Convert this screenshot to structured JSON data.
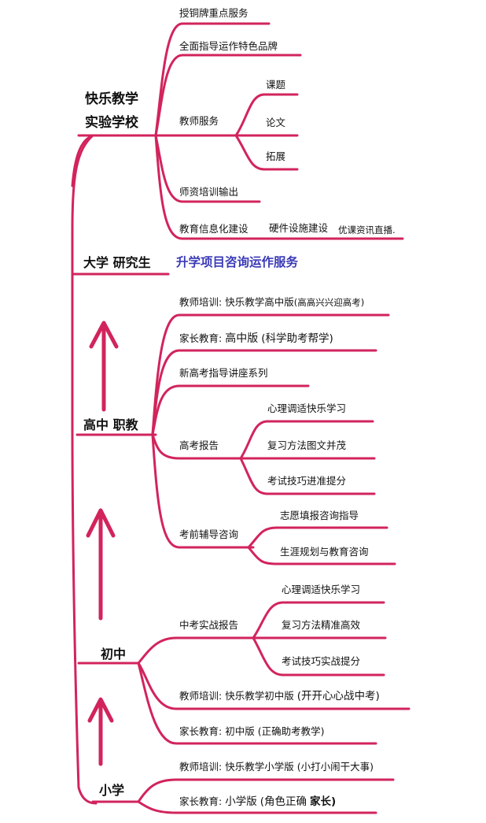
{
  "colors": {
    "branch": "#d2245c",
    "accent_text": "#3a3ab8"
  },
  "school": {
    "name_line1": "快乐教学",
    "name_line2": "实验学校",
    "items": {
      "bronze": "授铜牌重点服务",
      "brand": "全面指导运作特色品牌",
      "teacher_service": "教师服务",
      "topic": "课题",
      "paper": "论文",
      "extension": "拓展",
      "training_output": "师资培训输出",
      "info_build": "教育信息化建设",
      "hardware": "硬件设施建设",
      "live": "优课资讯直播."
    }
  },
  "university": {
    "label": "大学 研究生",
    "service": "升学项目咨询运作服务"
  },
  "high_school": {
    "label": "高中 职教",
    "teacher_training": {
      "prefix": "教师培训:",
      "text": "快乐教学高中版",
      "paren": "(高高兴兴迎高考)"
    },
    "parent_edu": {
      "prefix": "家长教育:",
      "text": "高中版",
      "paren": "(科学助考帮学)"
    },
    "lecture": "新高考指导讲座系列",
    "gaokao_report": "高考报告",
    "report_items": [
      "心理调适快乐学习",
      "复习方法图文并茂",
      "考试技巧进准提分"
    ],
    "pre_exam": "考前辅导咨询",
    "pre_items": [
      "志愿填报咨询指导",
      "生涯规划与教育咨询"
    ]
  },
  "middle_school": {
    "label": "初中",
    "zhongkao_report": "中考实战报告",
    "report_items": [
      "心理调适快乐学习",
      "复习方法精准高效",
      "考试技巧实战提分"
    ],
    "teacher_training": {
      "prefix": "教师培训:",
      "text": "快乐教学初中版",
      "paren": "(开开心心战中考)"
    },
    "parent_edu": {
      "prefix": "家长教育:",
      "text": "初中版",
      "paren": "(正确助考教学)"
    }
  },
  "primary_school": {
    "label": "小学",
    "teacher_training": {
      "prefix": "教师培训:",
      "text": "快乐教学小学版",
      "paren": "(小打小闹干大事)"
    },
    "parent_edu": {
      "prefix": "家长教育:",
      "text": "小学版",
      "paren": "(角色正确",
      "bold_end": "家长)"
    }
  }
}
